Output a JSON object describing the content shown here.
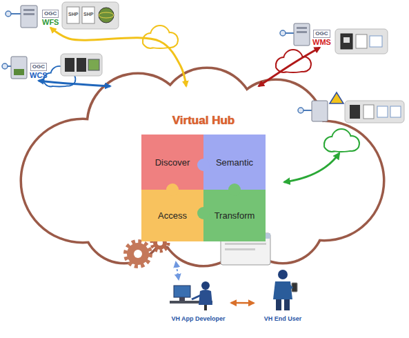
{
  "diagram": {
    "nodes": [
      {
        "text": [
          "OGC",
          "WFS"
        ]
      },
      {
        "text": [
          "OGC",
          "WMS"
        ]
      },
      {
        "text": [
          "OGC",
          "WCS"
        ]
      },
      {
        "text": [
          "Virtual Hub"
        ]
      },
      {
        "text": [
          "Discover"
        ],
        "in": 3
      },
      {
        "text": [
          "Semantic"
        ],
        "in": 3
      },
      {
        "text": [
          "Access"
        ],
        "in": 3
      },
      {
        "text": [
          "Transform"
        ],
        "in": 3
      },
      {
        "text": [
          "VH App Developer"
        ]
      },
      {
        "text": [
          "VH End User"
        ]
      }
    ],
    "edges": [
      {
        "from": 0,
        "to": 3,
        "arrow": "both"
      },
      {
        "from": 1,
        "to": 3,
        "arrow": "both"
      },
      {
        "from": 2,
        "to": 3,
        "arrow": "both"
      },
      {
        "from": 8,
        "to": 3,
        "arrow": "both"
      },
      {
        "from": 8,
        "to": 9,
        "arrow": "both"
      }
    ],
    "labels": [
      "SHP",
      "SHP"
    ]
  }
}
